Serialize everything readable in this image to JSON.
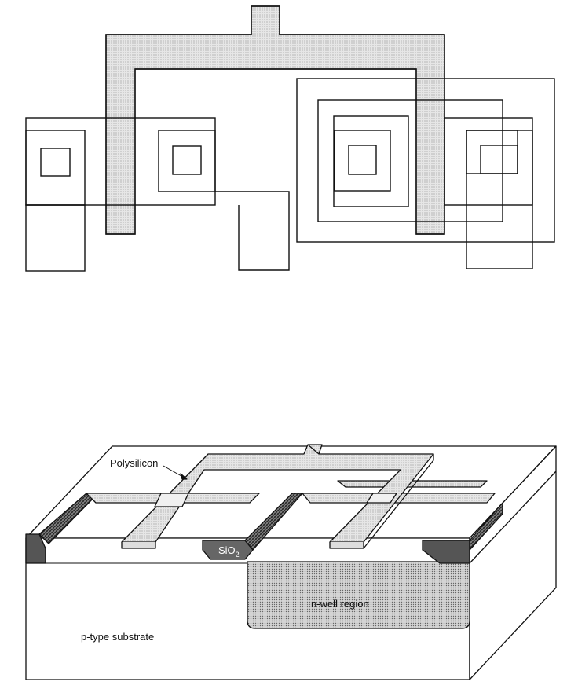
{
  "labels": {
    "polysilicon": "Polysilicon",
    "sio2_main": "SiO",
    "sio2_sub": "2",
    "n_well": "n-well region",
    "substrate": "p-type substrate"
  },
  "colors": {
    "ink": "#111111",
    "poly_fill": "#dcdcdc",
    "oxide_fill": "#555555",
    "nwell_fill": "#d8d8d8",
    "paper": "#ffffff"
  }
}
